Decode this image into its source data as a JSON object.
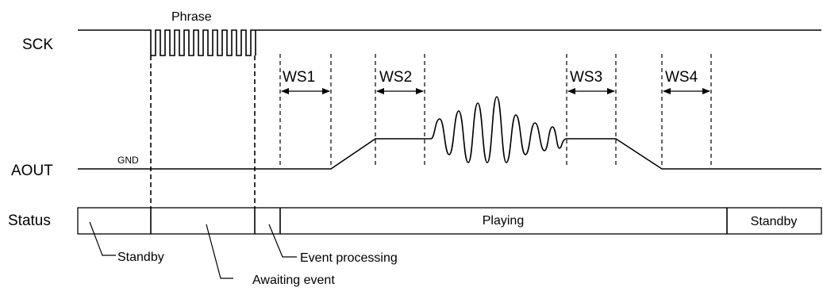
{
  "signals": {
    "sck": "SCK",
    "aout": "AOUT",
    "status": "Status",
    "gnd": "GND",
    "phrase": "Phrase"
  },
  "wait_states": [
    "WS1",
    "WS2",
    "WS3",
    "WS4"
  ],
  "status_bar": {
    "playing": "Playing",
    "standby_end": "Standby"
  },
  "annotations": {
    "standby": "Standby",
    "awaiting_event": "Awaiting event",
    "event_processing": "Event processing"
  }
}
